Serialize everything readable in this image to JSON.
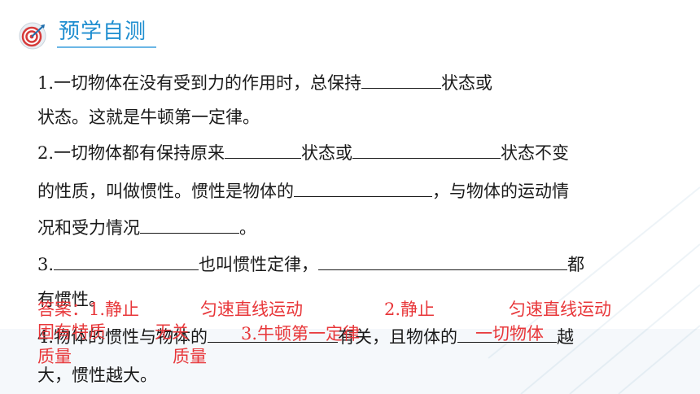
{
  "header": {
    "title": "预学自测",
    "icon": "target-icon"
  },
  "questions": {
    "q1_line1_a": "1.一切物体在没有受到力的作用时，总保持",
    "q1_line1_b": "状态或",
    "q1_line2": "状态。这就是牛顿第一定律。",
    "q2_line1_a": "2.一切物体都有保持原来",
    "q2_line1_b": "状态或",
    "q2_line1_c": "状态不变",
    "q2_line2_a": "的性质，叫做惯性。惯性是物体的",
    "q2_line2_b": "，与物体的运动情",
    "q2_line3_a": "况和受力情况",
    "q2_line3_b": "。",
    "q3_line1_a": "3.",
    "q3_line1_b": "也叫惯性定律，",
    "q3_line1_c": "都",
    "q3_line2": "有惯性。",
    "q4_line1_a": "4.物体的惯性与物体的",
    "q4_line1_b": "有关，且物体的",
    "q4_line1_c": "越",
    "q4_line2": "大，惯性越大。"
  },
  "answers": {
    "a1": "答案：1.静止",
    "a2": "匀速直线运动",
    "a3": "2.静止",
    "a4": "匀速直线运动",
    "a5": "固有特质",
    "a6": "无关",
    "a7": "3.牛顿第一定律",
    "a8": "一切物体",
    "a9": "质量",
    "a10": "质量"
  },
  "colors": {
    "accent": "#1f8ed0",
    "answer": "#e8373a",
    "text": "#1a1a1a"
  }
}
